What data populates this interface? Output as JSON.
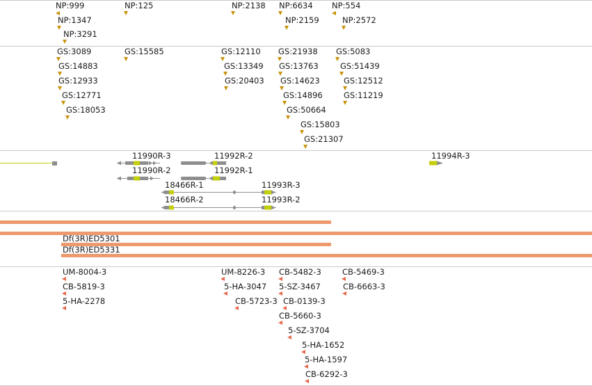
{
  "np_track": [
    {
      "label": "NP:999"
    },
    {
      "label": "NP:1347"
    },
    {
      "label": "NP:3291"
    },
    {
      "label": "NP:125"
    },
    {
      "label": "NP:2138"
    },
    {
      "label": "NP:6634"
    },
    {
      "label": "NP:2159"
    },
    {
      "label": "NP:554"
    },
    {
      "label": "NP:2572"
    }
  ],
  "gs_track": [
    {
      "label": "GS:3089"
    },
    {
      "label": "GS:14883"
    },
    {
      "label": "GS:12933"
    },
    {
      "label": "GS:12771"
    },
    {
      "label": "GS:18053"
    },
    {
      "label": "GS:15585"
    },
    {
      "label": "GS:12110"
    },
    {
      "label": "GS:13349"
    },
    {
      "label": "GS:20403"
    },
    {
      "label": "GS:21938"
    },
    {
      "label": "GS:13763"
    },
    {
      "label": "GS:14623"
    },
    {
      "label": "GS:14896"
    },
    {
      "label": "GS:50664"
    },
    {
      "label": "GS:15803"
    },
    {
      "label": "GS:21307"
    },
    {
      "label": "GS:5083"
    },
    {
      "label": "GS:51439"
    },
    {
      "label": "GS:12512"
    },
    {
      "label": "GS:11219"
    }
  ],
  "transcripts": [
    {
      "label": "11990R-3"
    },
    {
      "label": "11990R-2"
    },
    {
      "label": "11992R-2"
    },
    {
      "label": "11992R-1"
    },
    {
      "label": "18466R-1"
    },
    {
      "label": "18466R-2"
    },
    {
      "label": "11993R-3"
    },
    {
      "label": "11993R-2"
    },
    {
      "label": "11994R-3"
    }
  ],
  "deficiencies": [
    {
      "label": "Df(3R)ED5301"
    },
    {
      "label": "Df(3R)ED5331"
    }
  ],
  "insertions": [
    {
      "label": "UM-8004-3"
    },
    {
      "label": "CB-5819-3"
    },
    {
      "label": "5-HA-2278"
    },
    {
      "label": "UM-8226-3"
    },
    {
      "label": "5-HA-3047"
    },
    {
      "label": "CB-5723-3"
    },
    {
      "label": "CB-5482-3"
    },
    {
      "label": "5-SZ-3467"
    },
    {
      "label": "CB-0139-3"
    },
    {
      "label": "CB-5660-3"
    },
    {
      "label": "5-SZ-3704"
    },
    {
      "label": "5-HA-1652"
    },
    {
      "label": "5-HA-1597"
    },
    {
      "label": "CB-6292-3"
    },
    {
      "label": "CB-5469-3"
    },
    {
      "label": "CB-6663-3"
    }
  ],
  "colors": {
    "feature_marker": "#c8920b",
    "insertion_marker": "#e8694a",
    "deficiency_band": "#ee9a6e",
    "gene_body": "#8e8e8e",
    "exon_highlight": "#c2cf0a",
    "track_separator": "#c9c9c9"
  }
}
